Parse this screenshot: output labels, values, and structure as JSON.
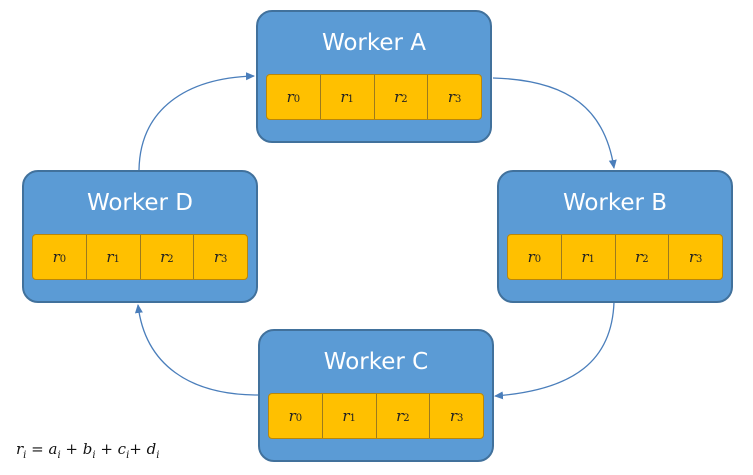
{
  "workers": [
    {
      "id": "a",
      "title": "Worker A",
      "cells": [
        {
          "base": "r",
          "sub": "0"
        },
        {
          "base": "r",
          "sub": "1"
        },
        {
          "base": "r",
          "sub": "2"
        },
        {
          "base": "r",
          "sub": "3"
        }
      ]
    },
    {
      "id": "b",
      "title": "Worker B",
      "cells": [
        {
          "base": "r",
          "sub": "0"
        },
        {
          "base": "r",
          "sub": "1"
        },
        {
          "base": "r",
          "sub": "2"
        },
        {
          "base": "r",
          "sub": "3"
        }
      ]
    },
    {
      "id": "c",
      "title": "Worker C",
      "cells": [
        {
          "base": "r",
          "sub": "0"
        },
        {
          "base": "r",
          "sub": "1"
        },
        {
          "base": "r",
          "sub": "2"
        },
        {
          "base": "r",
          "sub": "3"
        }
      ]
    },
    {
      "id": "d",
      "title": "Worker D",
      "cells": [
        {
          "base": "r",
          "sub": "0"
        },
        {
          "base": "r",
          "sub": "1"
        },
        {
          "base": "r",
          "sub": "2"
        },
        {
          "base": "r",
          "sub": "3"
        }
      ]
    }
  ],
  "formula": {
    "terms": [
      {
        "base": "r",
        "sub": "i"
      },
      {
        "text": " = "
      },
      {
        "base": "a",
        "sub": "i"
      },
      {
        "text": " + "
      },
      {
        "base": "b",
        "sub": "i"
      },
      {
        "text": " + "
      },
      {
        "base": "c",
        "sub": "i"
      },
      {
        "text": "+ "
      },
      {
        "base": "d",
        "sub": "i"
      }
    ]
  },
  "colors": {
    "box_fill": "#5b9bd5",
    "box_border": "#41719c",
    "cell_fill": "#ffc000",
    "arrow": "#4a7ebb"
  }
}
